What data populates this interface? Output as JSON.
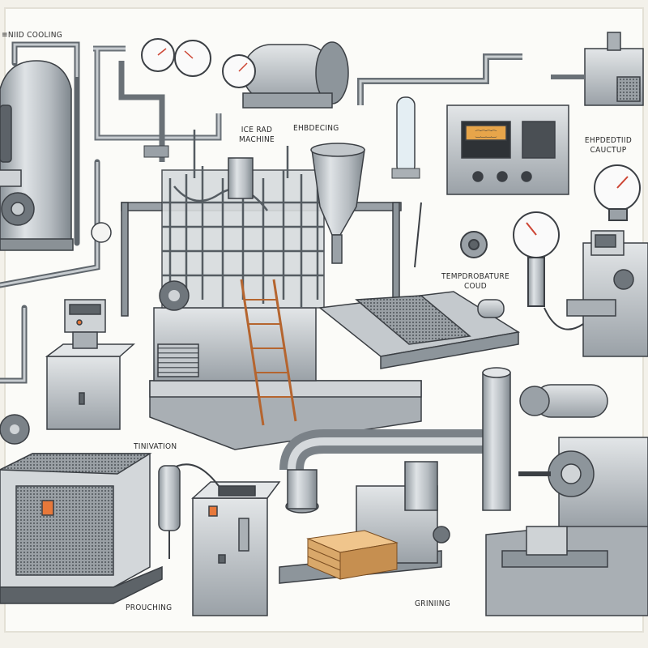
{
  "labels": {
    "top_left": "≡NIID COOLING",
    "ice_machine_1": "ICE RAD",
    "ice_machine_2": "MACHINE",
    "embedding": "EHBDECING",
    "right_top_1": "EHPDEDTIID",
    "right_top_2": "CAUCTUP",
    "temperature_1": "TEMPDROBATURE",
    "temperature_2": "COUD",
    "tinivation": "TINIVATION",
    "producing": "PROUCHING",
    "grinding": "GRINIING"
  },
  "display": {
    "panel_text": "⁐⁐⁐⁐"
  },
  "colors": {
    "steel": "#b9bfc4",
    "steel_dark": "#6f767c",
    "outline": "#3b3f44",
    "background": "#f3f1ea",
    "wood": "#d9a86a",
    "ladder": "#b5652f",
    "indicator": "#e7783a"
  }
}
